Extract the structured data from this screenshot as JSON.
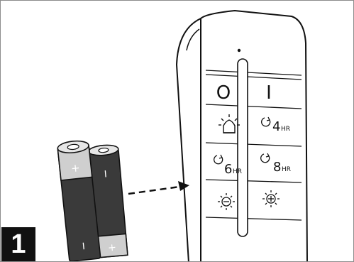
{
  "step": {
    "number": "1"
  },
  "remote": {
    "buttons": [
      {
        "id": "power-off",
        "label": "O",
        "icon": "power-off-icon"
      },
      {
        "id": "power-on",
        "label": "I",
        "icon": "power-on-icon"
      },
      {
        "id": "flame",
        "label": "",
        "icon": "flame-light-icon"
      },
      {
        "id": "timer-4",
        "label": "4",
        "unit": "HR",
        "icon": "timer-icon"
      },
      {
        "id": "timer-6",
        "label": "6",
        "unit": "HR",
        "icon": "timer-icon"
      },
      {
        "id": "timer-8",
        "label": "8",
        "unit": "HR",
        "icon": "timer-icon"
      },
      {
        "id": "dim-minus",
        "label": "",
        "icon": "brightness-down-icon"
      },
      {
        "id": "dim-plus",
        "label": "",
        "icon": "brightness-up-icon"
      }
    ]
  },
  "batteries": {
    "count": 2,
    "front": {
      "plus": "+",
      "minus": "I"
    },
    "back": {
      "plus": "+",
      "minus": "I"
    }
  },
  "colors": {
    "ink": "#111111",
    "battery_body": "#3a3a3a",
    "battery_band": "#cfcfcf",
    "badge": "#111111"
  }
}
